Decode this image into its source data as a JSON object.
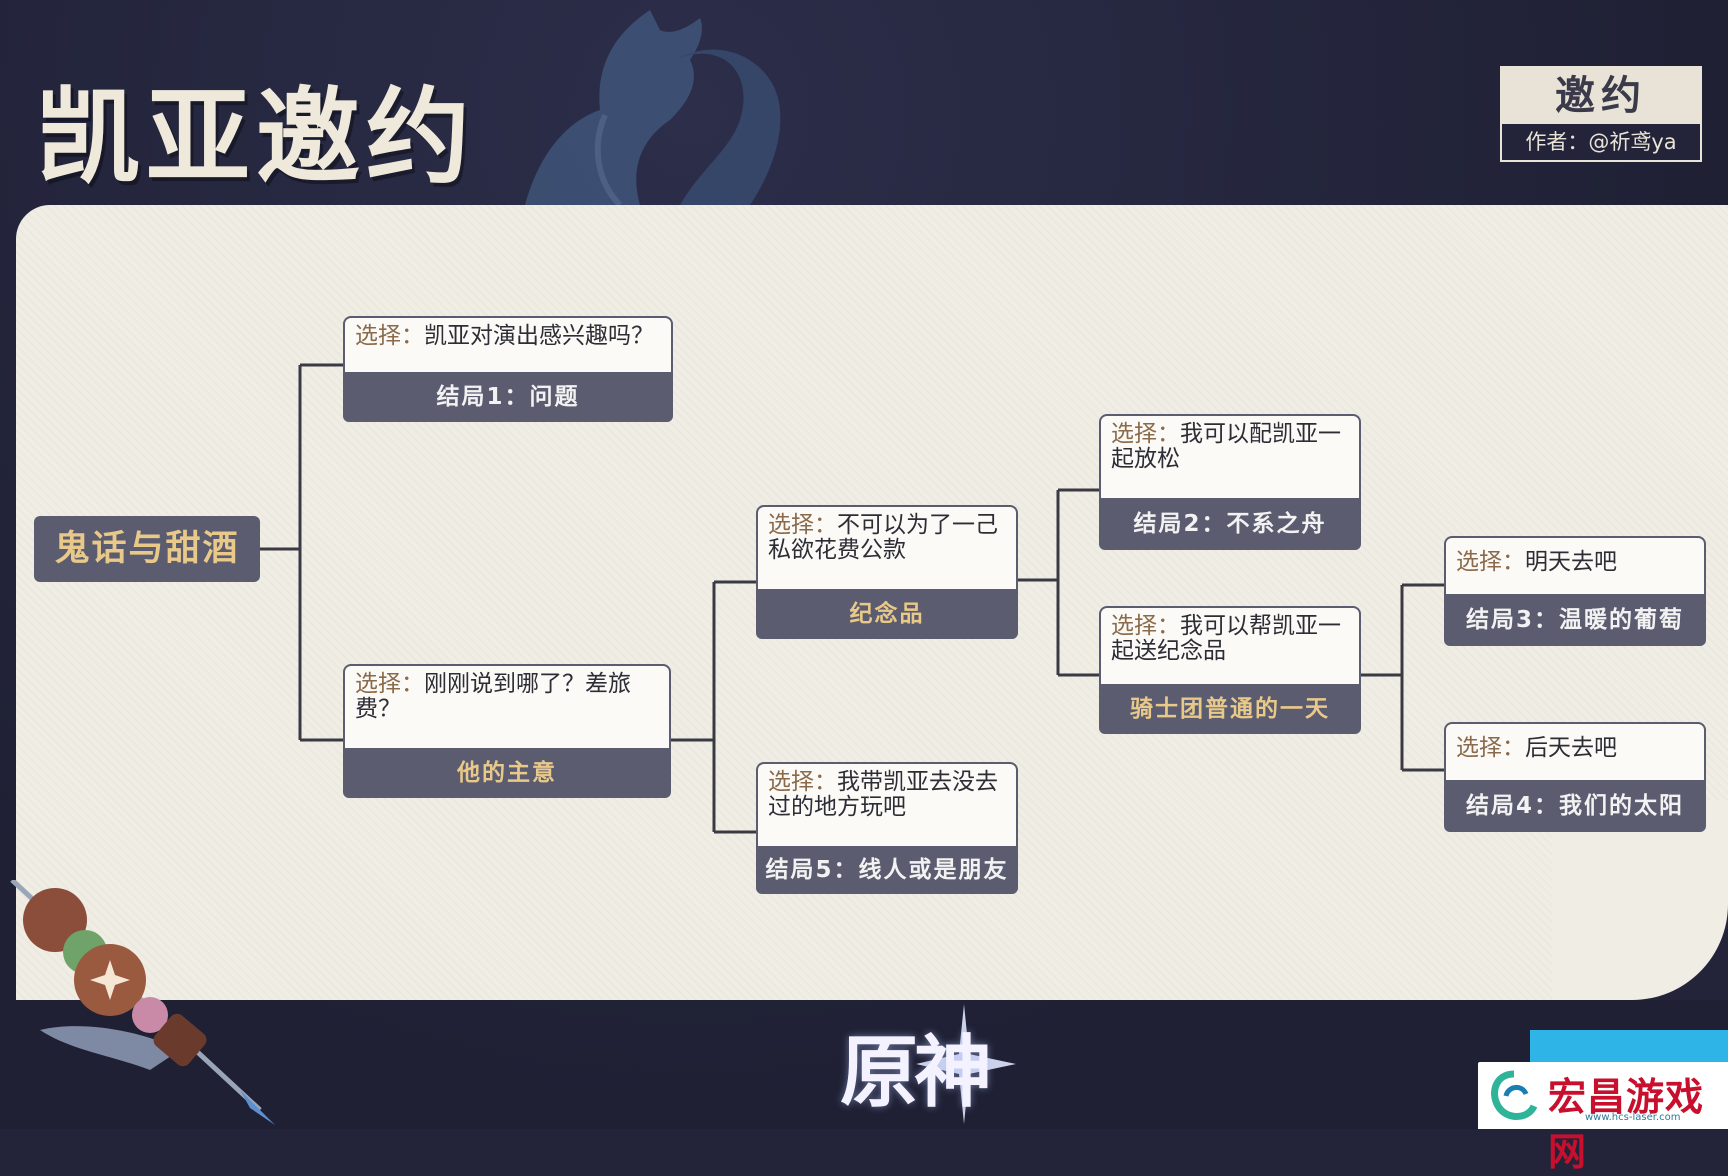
{
  "title": "凯亚邀约",
  "badge": {
    "title": "邀约",
    "author": "作者：@祈鸢ya"
  },
  "tree": {
    "root": "鬼话与甜酒",
    "choice_label": "选择：",
    "nodes": [
      {
        "choice": "凯亚对演出感兴趣吗？",
        "result": "结局1：问题"
      },
      {
        "choice": "刚刚说到哪了？差旅费？",
        "result": "他的主意"
      },
      {
        "choice": "不可以为了一己私欲花费公款",
        "result": "纪念品"
      },
      {
        "choice": "我带凯亚去没去过的地方玩吧",
        "result": "结局5：线人或是朋友"
      },
      {
        "choice": "我可以配凯亚一起放松",
        "result": "结局2：不系之舟"
      },
      {
        "choice": "我可以帮凯亚一起送纪念品",
        "result": "骑士团普通的一天"
      },
      {
        "choice": "明天去吧",
        "result": "结局3：温暖的葡萄"
      },
      {
        "choice": "后天去吧",
        "result": "结局4：我们的太阳"
      }
    ]
  },
  "logo": "原神",
  "watermark": {
    "name": "宏昌游戏网",
    "url": "www.hcs-laser.com"
  },
  "colors": {
    "background": "#23243a",
    "board": "#f0ede4",
    "node": "#5b5c6f",
    "gold": "#e8c98a",
    "choice_label": "#8a6a4a",
    "line": "#3a3a44"
  }
}
